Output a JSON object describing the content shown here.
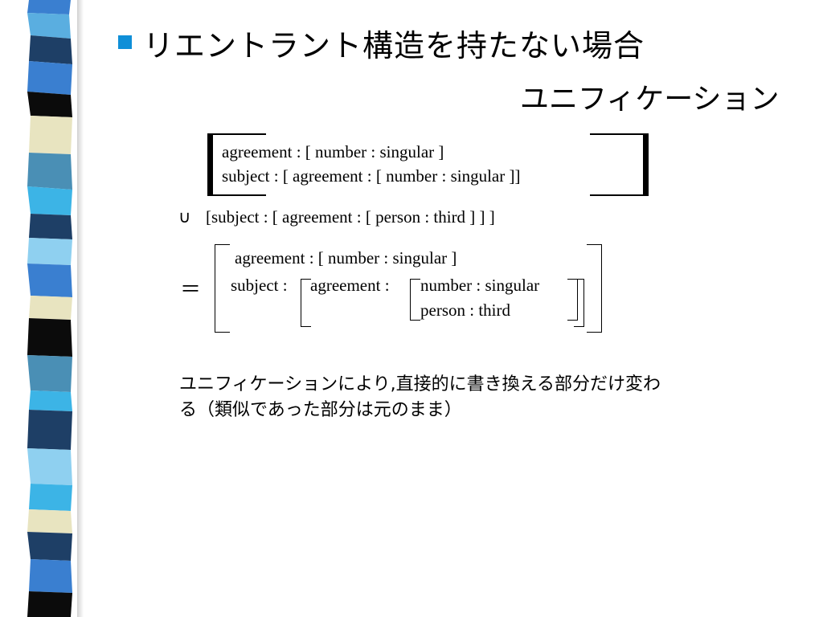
{
  "slide": {
    "title": "リエントラント構造を持たない場合",
    "subtitle": "ユニフィケーション",
    "fs1": {
      "line1": "agreement :  [ number : singular ]",
      "line2": "subject : [ agreement : [ number : singular ]]"
    },
    "union": {
      "symbol": "∪",
      "text": "[subject : [ agreement : [ person : third ] ] ]"
    },
    "result": {
      "equals": "＝",
      "agreement_line": "agreement : [ number : singular ]",
      "subject_label": "subject :",
      "agreement_label": "agreement :",
      "number_value": "number : singular",
      "person_value": "person : third"
    },
    "note": {
      "line1": "ユニフィケーションにより,直接的に書き換える部分だけ変わ",
      "line2": "る（類似であった部分は元のまま）"
    }
  },
  "theme": {
    "bullet_color": "#0f8fd8",
    "strip_colors": [
      "#1e3f66",
      "#3a7fd0",
      "#4a8fb5",
      "#5aaee0",
      "#e8e4c0",
      "#0b0b0b",
      "#3cb4e6",
      "#8fd0f0"
    ]
  }
}
